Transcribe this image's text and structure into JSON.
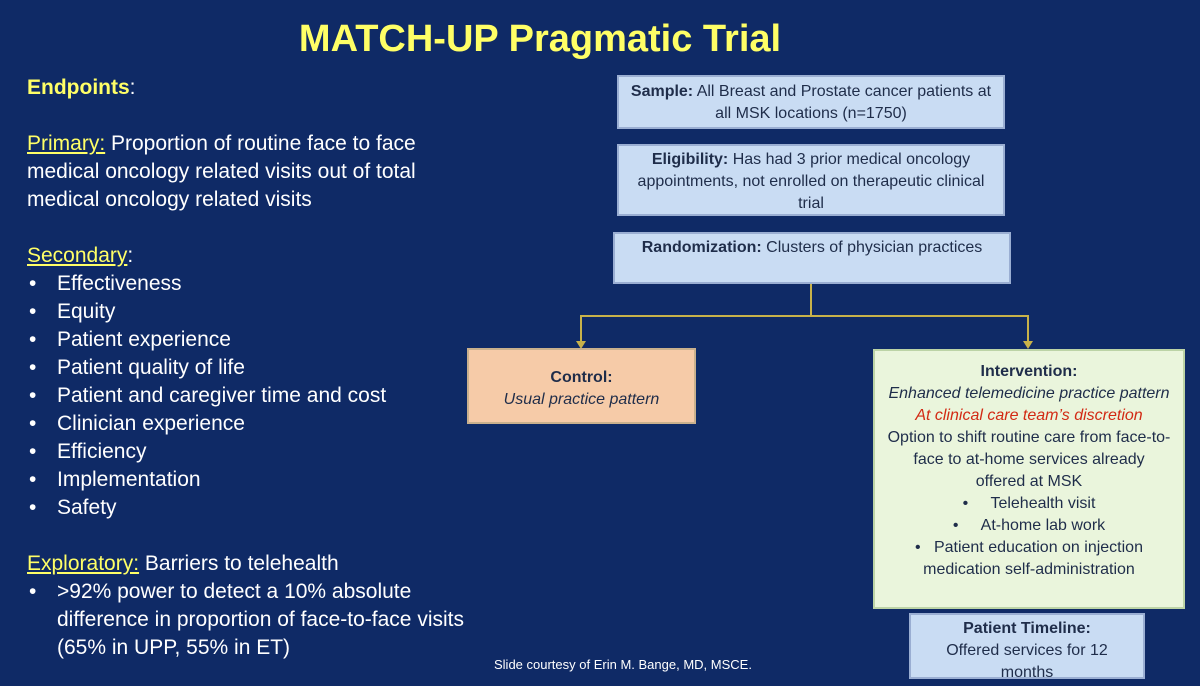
{
  "title": "MATCH-UP Pragmatic Trial",
  "left": {
    "endpoints_label": "Endpoints",
    "endpoints_colon": ":",
    "primary_label": "Primary:",
    "primary_text": " Proportion of routine face to face medical oncology related visits out of total medical oncology related visits",
    "secondary_label": "Secondary",
    "secondary_colon": ":",
    "secondary_items": [
      "Effectiveness",
      "Equity",
      "Patient experience",
      "Patient quality of life",
      "Patient and caregiver time and cost",
      "Clinician experience",
      "Efficiency",
      "Implementation",
      "Safety"
    ],
    "exploratory_label": "Exploratory:",
    "exploratory_text": " Barriers to telehealth",
    "exploratory_items": [
      ">92% power to detect a 10% absolute difference in  proportion of face-to-face visits (65% in UPP, 55% in ET)"
    ]
  },
  "flow": {
    "sample_label": "Sample:",
    "sample_text": " All Breast and Prostate cancer patients at all MSK locations (n=1750)",
    "eligibility_label": "Eligibility:",
    "eligibility_text": " Has had 3 prior medical oncology appointments, not enrolled on therapeutic clinical trial",
    "randomization_label": "Randomization:",
    "randomization_text": " Clusters of physician practices",
    "control_label": "Control:",
    "control_text": "Usual practice pattern",
    "intervention_label": "Intervention:",
    "intervention_subtitle": "Enhanced telemedicine practice pattern",
    "intervention_discretion": "At clinical care team’s discretion",
    "intervention_text": "Option to shift routine care from face-to-face to at-home services already offered at MSK",
    "intervention_items": [
      "Telehealth visit",
      "At-home lab work",
      "Patient education on injection medication self-administration"
    ],
    "timeline_label": "Patient Timeline:",
    "timeline_text": "Offered services for 12 months"
  },
  "credit": "Slide courtesy of Erin M. Bange, MD, MSCE.",
  "colors": {
    "background": "#0f2a66",
    "title_yellow": "#ffff66",
    "box_blue": "#c9dcf3",
    "control_orange": "#f6cba8",
    "intervention_green": "#eaf5dc",
    "connector": "#c8b24a",
    "discretion_red": "#d22a14"
  }
}
